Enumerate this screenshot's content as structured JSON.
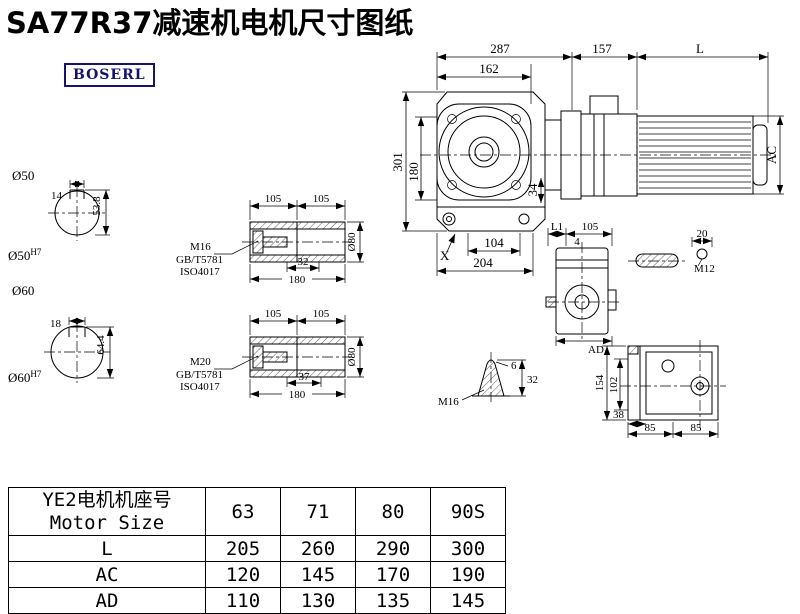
{
  "page": {
    "title": "SA77R37减速机电机尺寸图纸",
    "logo_text": "BOSERL"
  },
  "main_view": {
    "dim_top_total": "287",
    "dim_top_flange": "162",
    "dim_adapter": "157",
    "dim_motor_length": "L",
    "dim_height_total": "301",
    "dim_flange_height": "180",
    "dim_motor_dia": "AC",
    "dim_34": "34",
    "label_x": "X",
    "dim_104": "104",
    "dim_base_width": "204"
  },
  "shaft50_view": {
    "label_dia": "Ø50",
    "label_dia_tol": "Ø50",
    "label_tol": "H7",
    "dim_key_width": "14",
    "dim_key_height": "53.8"
  },
  "shaft60_view": {
    "label_dia": "Ø60",
    "label_dia_tol": "Ø60",
    "label_tol": "H7",
    "dim_key_width": "18",
    "dim_key_height": "64.4"
  },
  "bushing50_view": {
    "dim_half1": "105",
    "dim_half2": "105",
    "bolt_thread": "M16",
    "bolt_std_gb": "GB/T5781",
    "bolt_std_iso": "ISO4017",
    "dim_bolt_len": "32",
    "dim_total_len": "180",
    "dim_outer_dia": "Ø80"
  },
  "bushing60_view": {
    "dim_half1": "105",
    "dim_half2": "105",
    "bolt_thread": "M20",
    "bolt_std_gb": "GB/T5781",
    "bolt_std_iso": "ISO4017",
    "dim_bolt_len": "37",
    "dim_total_len": "180",
    "dim_outer_dia": "Ø80"
  },
  "output_side_view": {
    "dim_l1": "L1",
    "dim_105": "105",
    "dim_4": "4",
    "dim_ad": "AD"
  },
  "key_detail": {
    "dim_20": "20",
    "thread": "M12"
  },
  "plug_detail": {
    "dim_6": "6",
    "dim_32": "32",
    "thread": "M16"
  },
  "mount_face_view": {
    "dim_154": "154",
    "dim_102": "102",
    "dim_38": "38",
    "dim_85_left": "85",
    "dim_85_right": "85"
  },
  "size_table": {
    "header_line1": "YE2电机机座号",
    "header_line2": "Motor Size",
    "frame_sizes": [
      "63",
      "71",
      "80",
      "90S"
    ],
    "rows": [
      {
        "label": "L",
        "values": [
          "205",
          "260",
          "290",
          "300"
        ]
      },
      {
        "label": "AC",
        "values": [
          "120",
          "145",
          "170",
          "190"
        ]
      },
      {
        "label": "AD",
        "values": [
          "110",
          "130",
          "135",
          "145"
        ]
      }
    ]
  }
}
